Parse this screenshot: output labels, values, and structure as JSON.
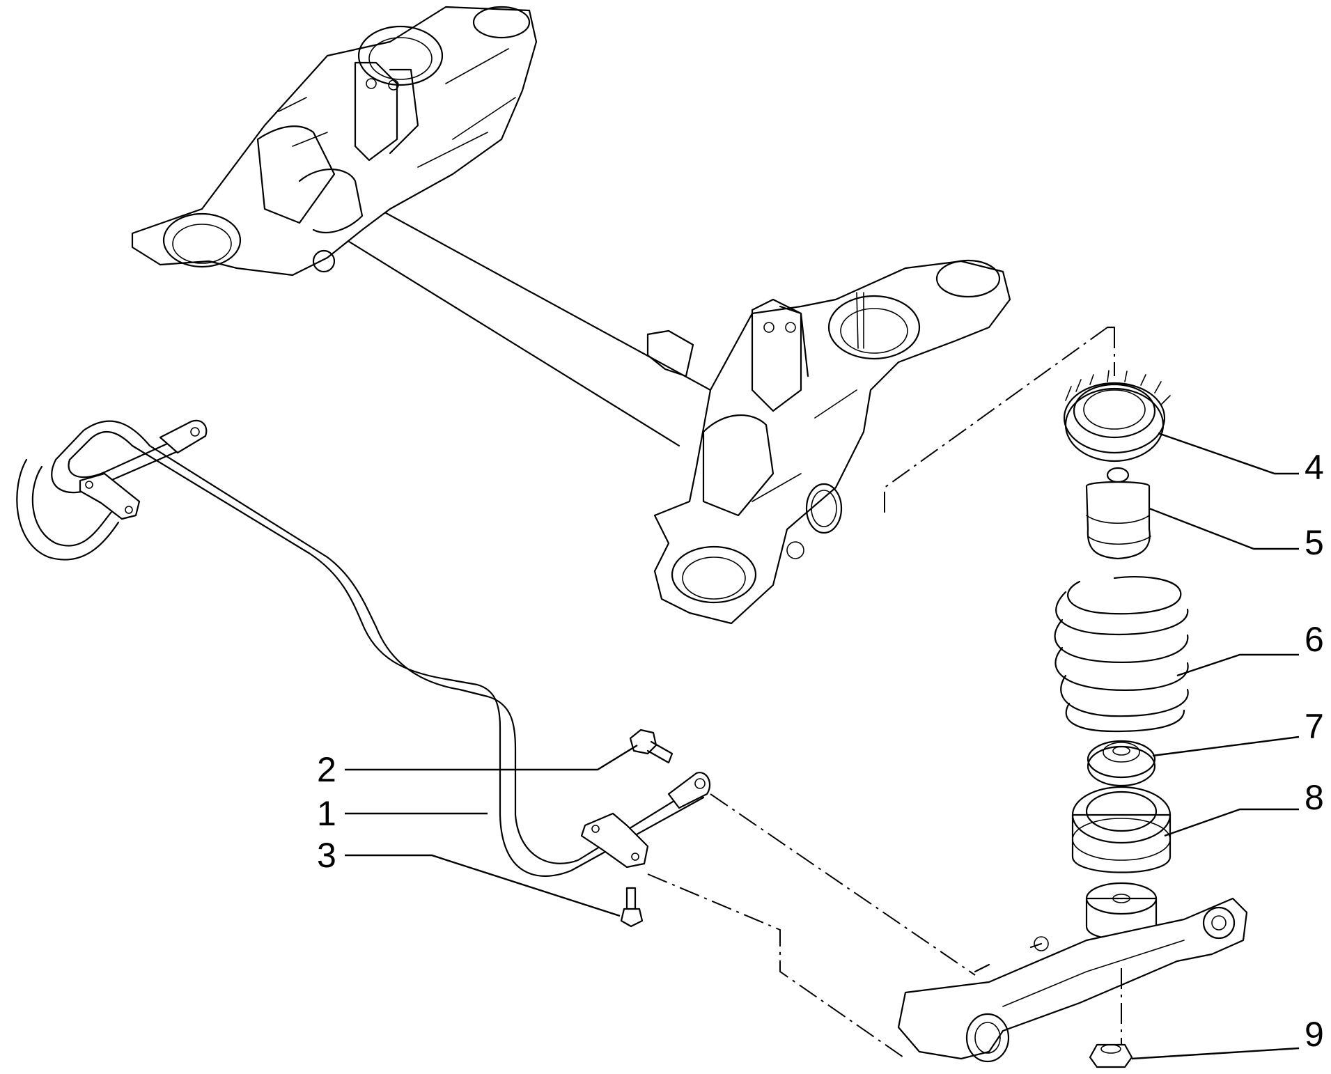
{
  "callouts": [
    {
      "id": "1",
      "label": "1"
    },
    {
      "id": "2",
      "label": "2"
    },
    {
      "id": "3",
      "label": "3"
    },
    {
      "id": "4",
      "label": "4"
    },
    {
      "id": "5",
      "label": "5"
    },
    {
      "id": "6",
      "label": "6"
    },
    {
      "id": "7",
      "label": "7"
    },
    {
      "id": "8",
      "label": "8"
    },
    {
      "id": "9",
      "label": "9"
    }
  ],
  "components": [
    "rear-crossmember",
    "anti-roll-bar",
    "bracket-bolt",
    "clamp-bolt",
    "spring-upper-seat",
    "bump-stop",
    "coil-spring",
    "spring-insulator",
    "spring-lower-seat",
    "suspension-arm",
    "lock-nut"
  ]
}
